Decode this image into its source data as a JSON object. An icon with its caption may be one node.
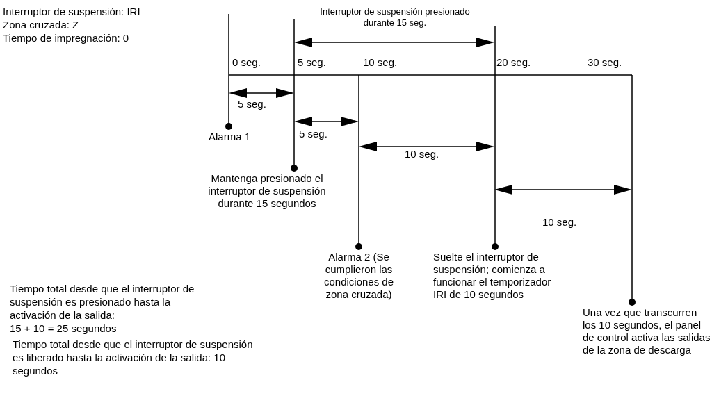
{
  "diagram": {
    "nodes": [
      {
        "text": [
          "Alarma 1"
        ]
      },
      {
        "text": [
          "Mantenga presionado el interruptor de suspensión durante 15 segundos"
        ]
      },
      {
        "text": [
          "Alarma 2 (Se cumplieron las condiciones de zona cruzada)"
        ]
      },
      {
        "text": [
          "Suelte el interruptor de suspensión; comienza a funcionar el temporizador IRI de 10 segundos"
        ]
      },
      {
        "text": [
          "Una vez que transcurren los 10 segundos, el panel de control activa las salidas de la zona de descarga"
        ]
      }
    ],
    "edges": [
      {
        "from": 0,
        "to": null,
        "arrow": "other"
      },
      {
        "from": 1,
        "to": null,
        "arrow": "other"
      },
      {
        "from": 2,
        "to": null,
        "arrow": "other"
      },
      {
        "from": 3,
        "to": null,
        "arrow": "other"
      },
      {
        "from": 4,
        "to": null,
        "arrow": "other"
      }
    ],
    "labels": [
      "Interruptor de suspensión: IRI",
      "Zona cruzada: Z",
      "Tiempo de impregnación: 0",
      "Interruptor de suspensión presionado durante 15 seg.",
      "0 seg.",
      "5 seg.",
      "10 seg.",
      "20 seg.",
      "30 seg.",
      "5 seg.",
      "5 seg.",
      "10 seg.",
      "10 seg.",
      "Tiempo total desde que el interruptor de suspensión es presionado hasta la activación de la salida:",
      "15 + 10 = 25 segundos",
      "Tiempo total desde que el interruptor de suspensión es liberado hasta la activación de la salida: 10 segundos"
    ]
  }
}
